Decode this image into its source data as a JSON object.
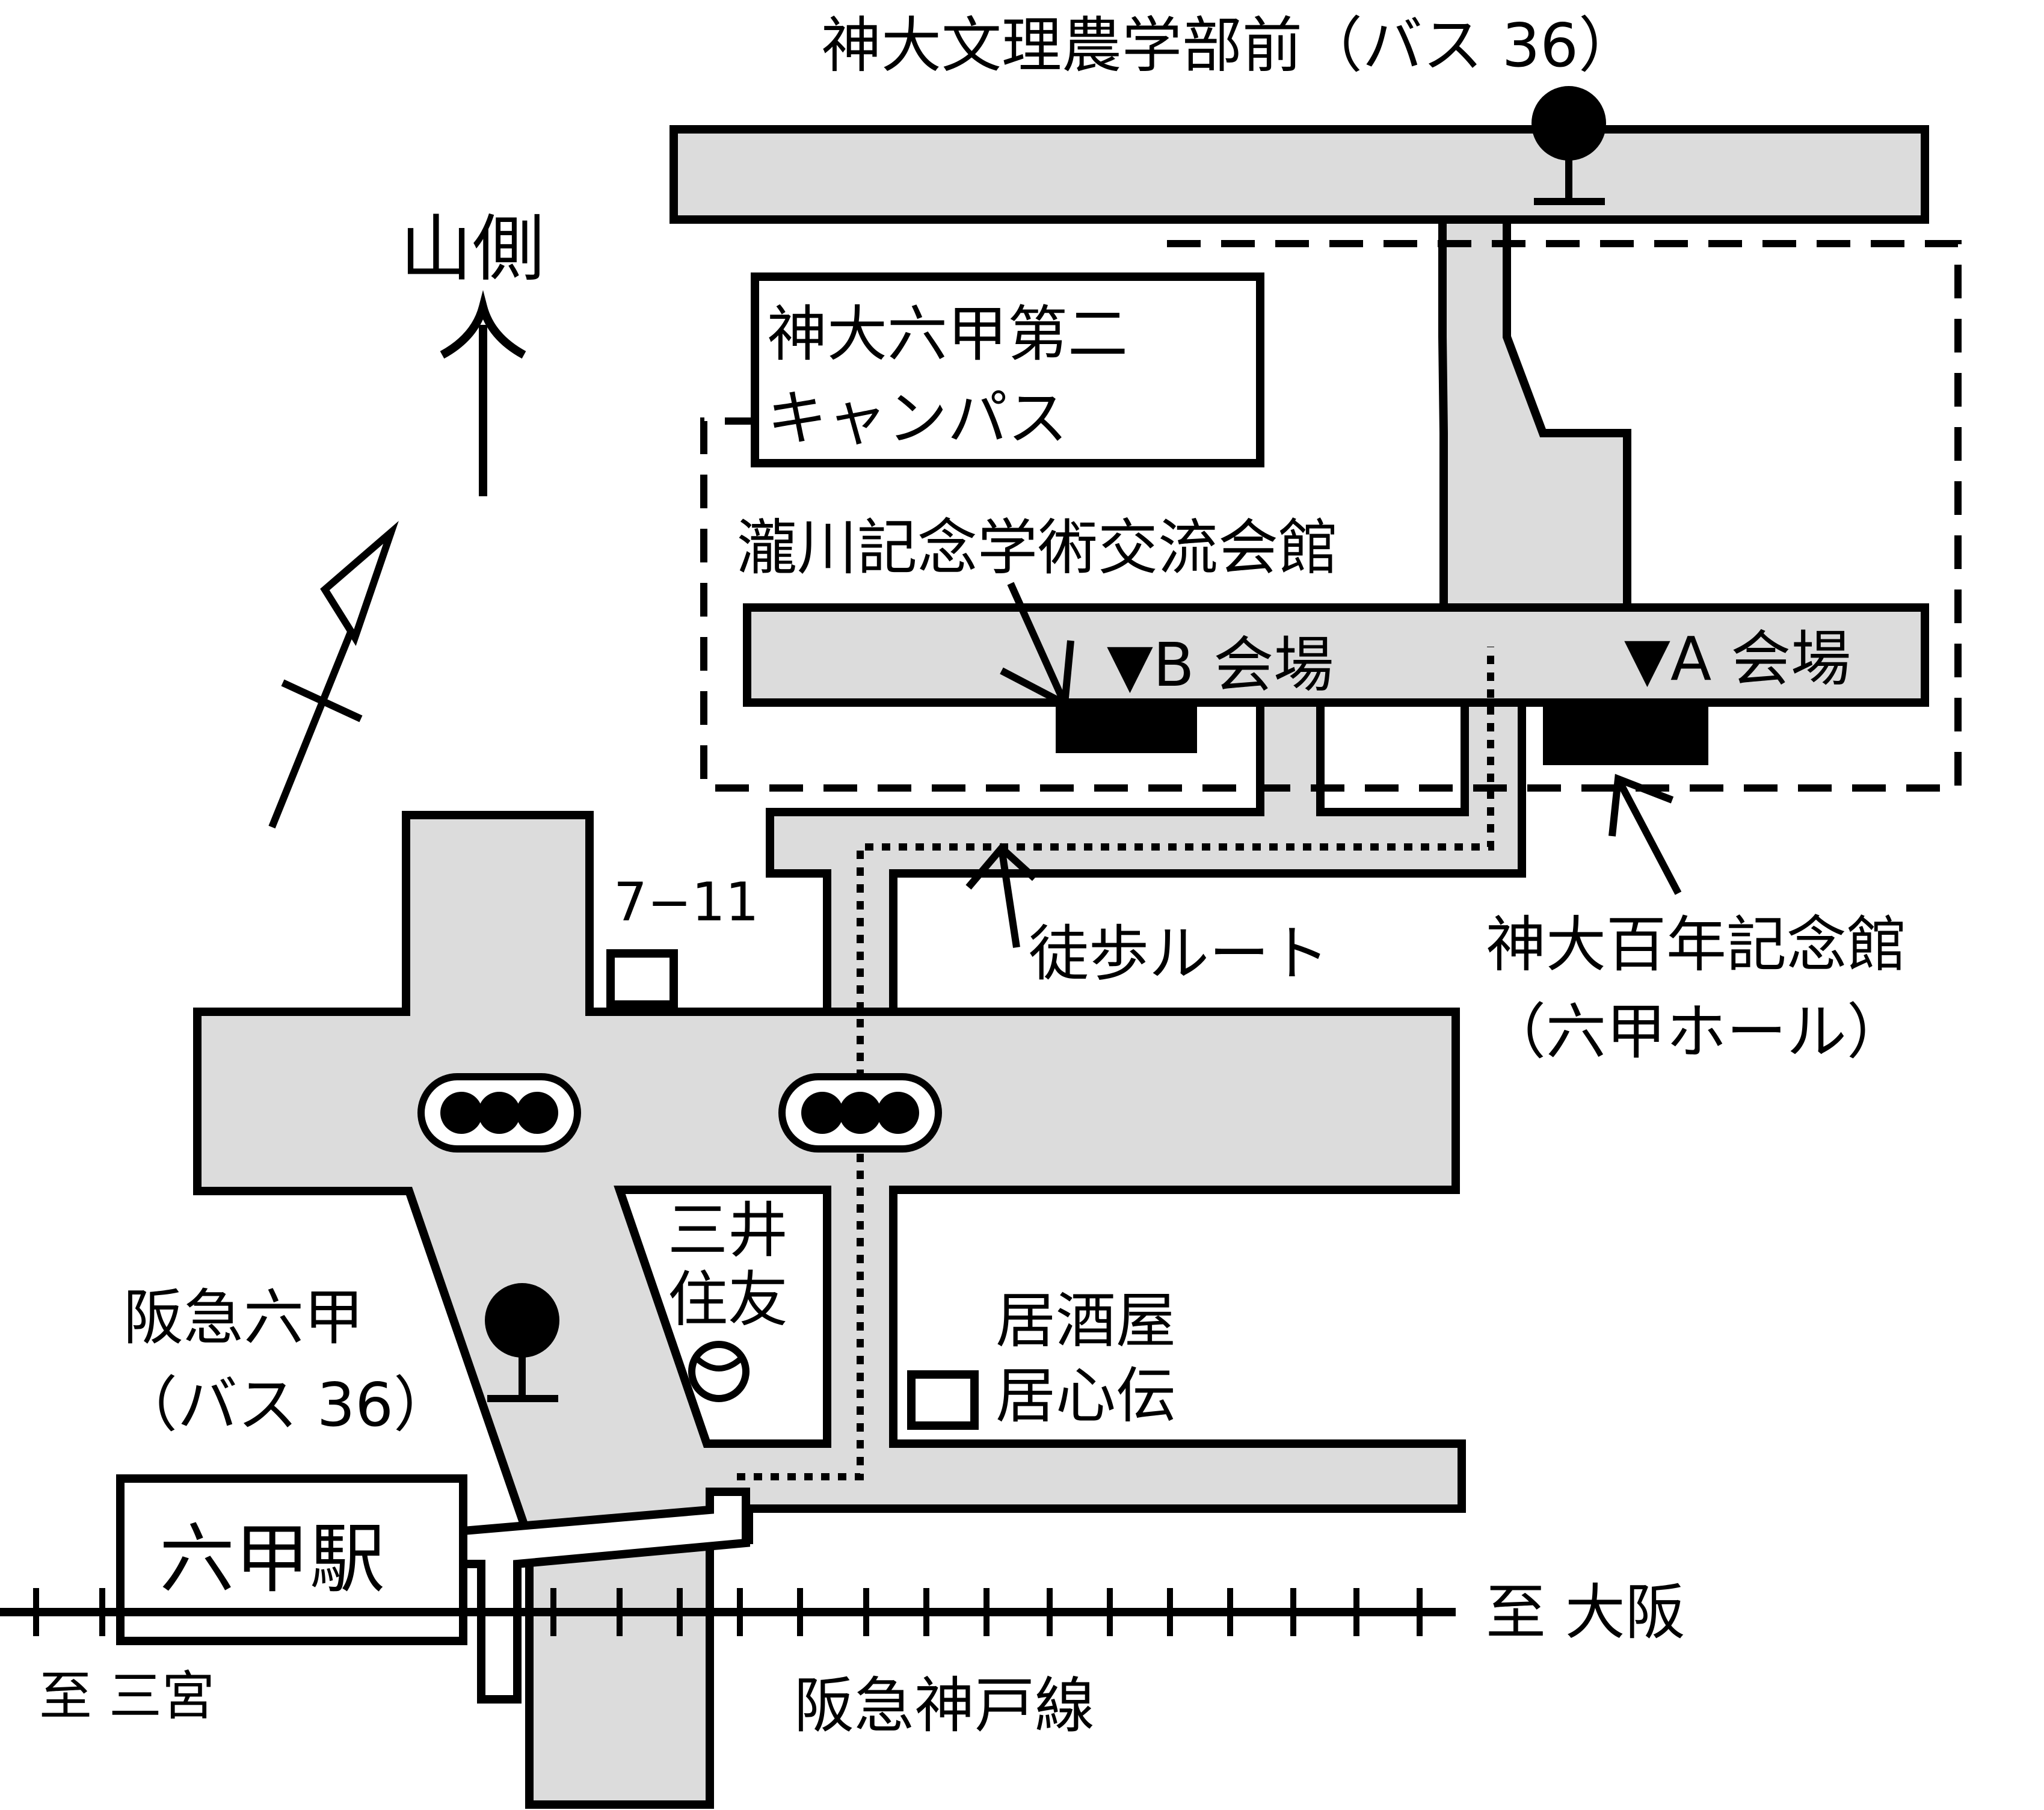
{
  "labels": {
    "bus_stop_top": "神大文理農学部前（バス 36）",
    "north": "山側",
    "campus_line1": "神大六甲第二",
    "campus_line2": "キャンパス",
    "takikawa": "瀧川記念学術交流会館",
    "hall_b": "▼B 会場",
    "hall_a": "▼A 会場",
    "walking_route": "徒歩ルート",
    "memorial_line1": "神大百年記念館",
    "memorial_line2": "（六甲ホール）",
    "seven_eleven": "7−11",
    "bank_line1": "三井",
    "bank_line2": "住友",
    "izakaya_line1": "居酒屋",
    "izakaya_line2": "居心伝",
    "bus_stop_bottom_line1": "阪急六甲",
    "bus_stop_bottom_line2": "（バス 36）",
    "station": "六甲駅",
    "to_sannomiya": "至 三宮",
    "to_osaka": "至 大阪",
    "railway": "阪急神戸線"
  },
  "icons": {
    "bus_stop": "bus-stop-icon",
    "traffic_light": "traffic-light-icon",
    "north_arrow": "north-arrow-icon",
    "compass": "compass-icon",
    "bank_logo": "bank-logo-icon"
  },
  "colors": {
    "road": "#dcdcdc",
    "line": "#000000",
    "background": "#ffffff"
  }
}
